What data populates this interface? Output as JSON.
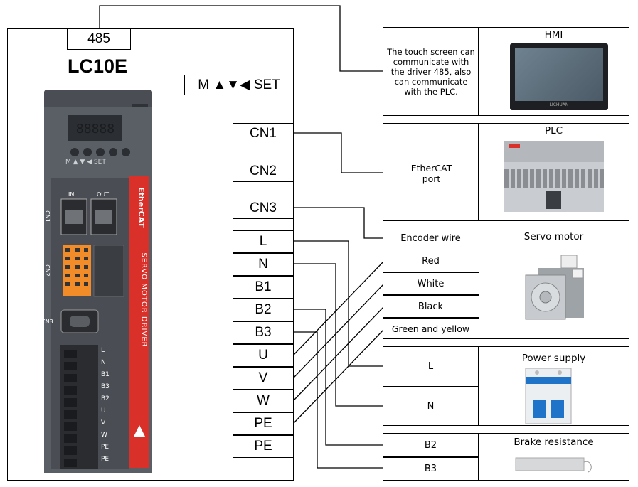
{
  "driver": {
    "port_485": "485",
    "model": "LC10E",
    "keypad": "M ▲▼◀ SET",
    "connectors": [
      "CN1",
      "CN2",
      "CN3"
    ],
    "terminals": [
      "L",
      "N",
      "B1",
      "B2",
      "B3",
      "U",
      "V",
      "W",
      "PE",
      "PE"
    ],
    "device": {
      "keys_label": "M ▲ ▼ ◀ SET",
      "ports": [
        "IN",
        "OUT"
      ],
      "side_labels": [
        "CN1",
        "CN2",
        "CN3"
      ],
      "brand": "EtherCAT",
      "vertical_text": "SERVO MOTOR DRIVER",
      "terminal_labels": [
        "L",
        "N",
        "B1",
        "B3",
        "B2",
        "U",
        "V",
        "W",
        "PE",
        "PE"
      ]
    }
  },
  "hmi": {
    "title": "HMI",
    "description": "The touch screen can communicate with the driver 485, also can communicate with the PLC.",
    "screen_brand": "LICHUAN"
  },
  "plc": {
    "title": "PLC",
    "description": "EtherCAT port"
  },
  "servo_motor": {
    "title": "Servo motor",
    "wires": [
      "Encoder wire",
      "Red",
      "White",
      "Black",
      "Green and yellow"
    ]
  },
  "power_supply": {
    "title": "Power supply",
    "terminals": [
      "L",
      "N"
    ]
  },
  "brake_resistance": {
    "title": "Brake resistance",
    "terminals": [
      "B2",
      "B3"
    ]
  },
  "colors": {
    "driver_body": "#5a5f66",
    "driver_panel": "#3d4146",
    "accent_red": "#d9302a",
    "connector_orange": "#f28c28"
  }
}
